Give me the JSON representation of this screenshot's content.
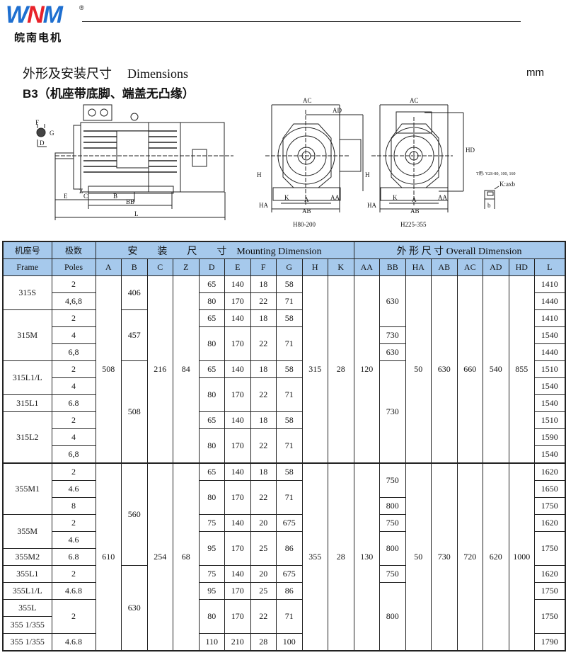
{
  "logo": {
    "w": "W",
    "n": "N",
    "m": "M",
    "reg": "®",
    "cn": "皖南电机"
  },
  "title": {
    "cn": "外形及安装尺寸",
    "en": "Dimensions",
    "unit": "mm",
    "subtitle": "B3（机座带底脚、端盖无凸缘）"
  },
  "colors": {
    "header_bg": "#a6c9ec",
    "logo_blue": "#1e6fd0",
    "logo_red": "#e8222a"
  },
  "drawings": {
    "side_labels": {
      "F": "F",
      "G": "G",
      "D": "D",
      "E": "E",
      "C": "C",
      "Z": "Z",
      "B": "B",
      "BB": "BB",
      "L": "L"
    },
    "front1": {
      "AC": "AC",
      "AD": "AD",
      "H": "H",
      "HA": "HA",
      "K": "K",
      "A": "A",
      "AA": "AA",
      "AB": "AB",
      "caption": "H80-200"
    },
    "front2": {
      "AC": "AC",
      "HD": "HD",
      "H": "H",
      "HA": "HA",
      "K": "K",
      "A": "A",
      "AA": "AA",
      "AB": "AB",
      "caption": "H225-355"
    },
    "key": {
      "note": "T用: Y2S-80, 100, 160",
      "label": "K:axb",
      "b": "b"
    }
  },
  "table": {
    "head1": {
      "frame_cn": "机座号",
      "poles_cn": "极数",
      "mounting": "安　　装　　尺　　寸　Mounting Dimension",
      "overall": "外 形 尺 寸 Overall Dimension"
    },
    "head2": [
      "Frame",
      "Poles",
      "A",
      "B",
      "C",
      "Z",
      "D",
      "E",
      "F",
      "G",
      "H",
      "K",
      "AA",
      "BB",
      "HA",
      "AB",
      "AC",
      "AD",
      "HD",
      "L"
    ],
    "rows": [
      [
        {
          "v": "315S",
          "rs": 2
        },
        {
          "v": "2"
        },
        {
          "v": "508",
          "rs": 11
        },
        {
          "v": "406",
          "rs": 2
        },
        {
          "v": "216",
          "rs": 11
        },
        {
          "v": "84",
          "rs": 11
        },
        {
          "v": "65"
        },
        {
          "v": "140"
        },
        {
          "v": "18"
        },
        {
          "v": "58"
        },
        {
          "v": "315",
          "rs": 11
        },
        {
          "v": "28",
          "rs": 11
        },
        {
          "v": "120",
          "rs": 11
        },
        {
          "v": "630",
          "rs": 3
        },
        {
          "v": "50",
          "rs": 11
        },
        {
          "v": "630",
          "rs": 11
        },
        {
          "v": "660",
          "rs": 11
        },
        {
          "v": "540",
          "rs": 11
        },
        {
          "v": "855",
          "rs": 11
        },
        {
          "v": "1410"
        }
      ],
      [
        {
          "v": "4,6,8"
        },
        {
          "v": "80"
        },
        {
          "v": "170"
        },
        {
          "v": "22"
        },
        {
          "v": "71"
        },
        {
          "v": "1440"
        }
      ],
      [
        {
          "v": "315M",
          "rs": 3
        },
        {
          "v": "2"
        },
        {
          "v": "457",
          "rs": 3
        },
        {
          "v": "65"
        },
        {
          "v": "140"
        },
        {
          "v": "18"
        },
        {
          "v": "58"
        },
        {
          "v": "1410"
        }
      ],
      [
        {
          "v": "4"
        },
        {
          "v": "80",
          "rs": 2
        },
        {
          "v": "170",
          "rs": 2
        },
        {
          "v": "22",
          "rs": 2
        },
        {
          "v": "71",
          "rs": 2
        },
        {
          "v": "730"
        },
        {
          "v": "1540"
        }
      ],
      [
        {
          "v": "6,8"
        },
        {
          "v": "630"
        },
        {
          "v": "1440"
        }
      ],
      [
        {
          "v": "315L1/L",
          "rs": 2
        },
        {
          "v": "2"
        },
        {
          "v": "508",
          "rs": 6
        },
        {
          "v": "65"
        },
        {
          "v": "140"
        },
        {
          "v": "18"
        },
        {
          "v": "58"
        },
        {
          "v": "730",
          "rs": 6
        },
        {
          "v": "1510"
        }
      ],
      [
        {
          "v": "4"
        },
        {
          "v": "80",
          "rs": 2
        },
        {
          "v": "170",
          "rs": 2
        },
        {
          "v": "22",
          "rs": 2
        },
        {
          "v": "71",
          "rs": 2
        },
        {
          "v": "1540"
        }
      ],
      [
        {
          "v": "315L1"
        },
        {
          "v": "6.8"
        },
        {
          "v": "1540"
        }
      ],
      [
        {
          "v": "315L2",
          "rs": 3
        },
        {
          "v": "2"
        },
        {
          "v": "65"
        },
        {
          "v": "140"
        },
        {
          "v": "18"
        },
        {
          "v": "58"
        },
        {
          "v": "1510"
        }
      ],
      [
        {
          "v": "4"
        },
        {
          "v": "80",
          "rs": 2
        },
        {
          "v": "170",
          "rs": 2
        },
        {
          "v": "22",
          "rs": 2
        },
        {
          "v": "71",
          "rs": 2
        },
        {
          "v": "1590"
        }
      ],
      [
        {
          "v": "6,8"
        },
        {
          "v": "1540"
        }
      ],
      [
        {
          "v": "355M1",
          "rs": 3
        },
        {
          "v": "2"
        },
        {
          "v": "610",
          "rs": 11
        },
        {
          "v": "560",
          "rs": 6
        },
        {
          "v": "254",
          "rs": 11
        },
        {
          "v": "68",
          "rs": 11
        },
        {
          "v": "65"
        },
        {
          "v": "140"
        },
        {
          "v": "18"
        },
        {
          "v": "58"
        },
        {
          "v": "355",
          "rs": 11
        },
        {
          "v": "28",
          "rs": 11
        },
        {
          "v": "130",
          "rs": 11
        },
        {
          "v": "750",
          "rs": 2
        },
        {
          "v": "50",
          "rs": 11
        },
        {
          "v": "730",
          "rs": 11
        },
        {
          "v": "720",
          "rs": 11
        },
        {
          "v": "620",
          "rs": 11
        },
        {
          "v": "1000",
          "rs": 11
        },
        {
          "v": "1620"
        }
      ],
      [
        {
          "v": "4.6"
        },
        {
          "v": "80",
          "rs": 2
        },
        {
          "v": "170",
          "rs": 2
        },
        {
          "v": "22",
          "rs": 2
        },
        {
          "v": "71",
          "rs": 2
        },
        {
          "v": "1650"
        }
      ],
      [
        {
          "v": "8"
        },
        {
          "v": "800"
        },
        {
          "v": "1750"
        }
      ],
      [
        {
          "v": "355M",
          "rs": 2
        },
        {
          "v": "2"
        },
        {
          "v": "75"
        },
        {
          "v": "140"
        },
        {
          "v": "20"
        },
        {
          "v": "675"
        },
        {
          "v": "750"
        },
        {
          "v": "1620"
        }
      ],
      [
        {
          "v": "4.6"
        },
        {
          "v": "95",
          "rs": 2
        },
        {
          "v": "170",
          "rs": 2
        },
        {
          "v": "25",
          "rs": 2
        },
        {
          "v": "86",
          "rs": 2
        },
        {
          "v": "800",
          "rs": 2
        },
        {
          "v": "1750",
          "rs": 2
        }
      ],
      [
        {
          "v": "355M2"
        },
        {
          "v": "6.8"
        }
      ],
      [
        {
          "v": "355L1"
        },
        {
          "v": "2"
        },
        {
          "v": "630",
          "rs": 5
        },
        {
          "v": "75"
        },
        {
          "v": "140"
        },
        {
          "v": "20"
        },
        {
          "v": "675"
        },
        {
          "v": "750"
        },
        {
          "v": "1620"
        }
      ],
      [
        {
          "v": "355L1/L"
        },
        {
          "v": "4.6.8"
        },
        {
          "v": "95"
        },
        {
          "v": "170"
        },
        {
          "v": "25"
        },
        {
          "v": "86"
        },
        {
          "v": "800",
          "rs": 4
        },
        {
          "v": "1750"
        }
      ],
      [
        {
          "v": "355L"
        },
        {
          "v": "2",
          "rs": 2
        },
        {
          "v": "80",
          "rs": 2
        },
        {
          "v": "170",
          "rs": 2
        },
        {
          "v": "22",
          "rs": 2
        },
        {
          "v": "71",
          "rs": 2
        },
        {
          "v": "1750",
          "rs": 2
        }
      ],
      [
        {
          "v": "355 1/355"
        }
      ],
      [
        {
          "v": "355 1/355"
        },
        {
          "v": "4.6.8"
        },
        {
          "v": "110"
        },
        {
          "v": "210"
        },
        {
          "v": "28"
        },
        {
          "v": "100"
        },
        {
          "v": "1790"
        }
      ]
    ]
  }
}
